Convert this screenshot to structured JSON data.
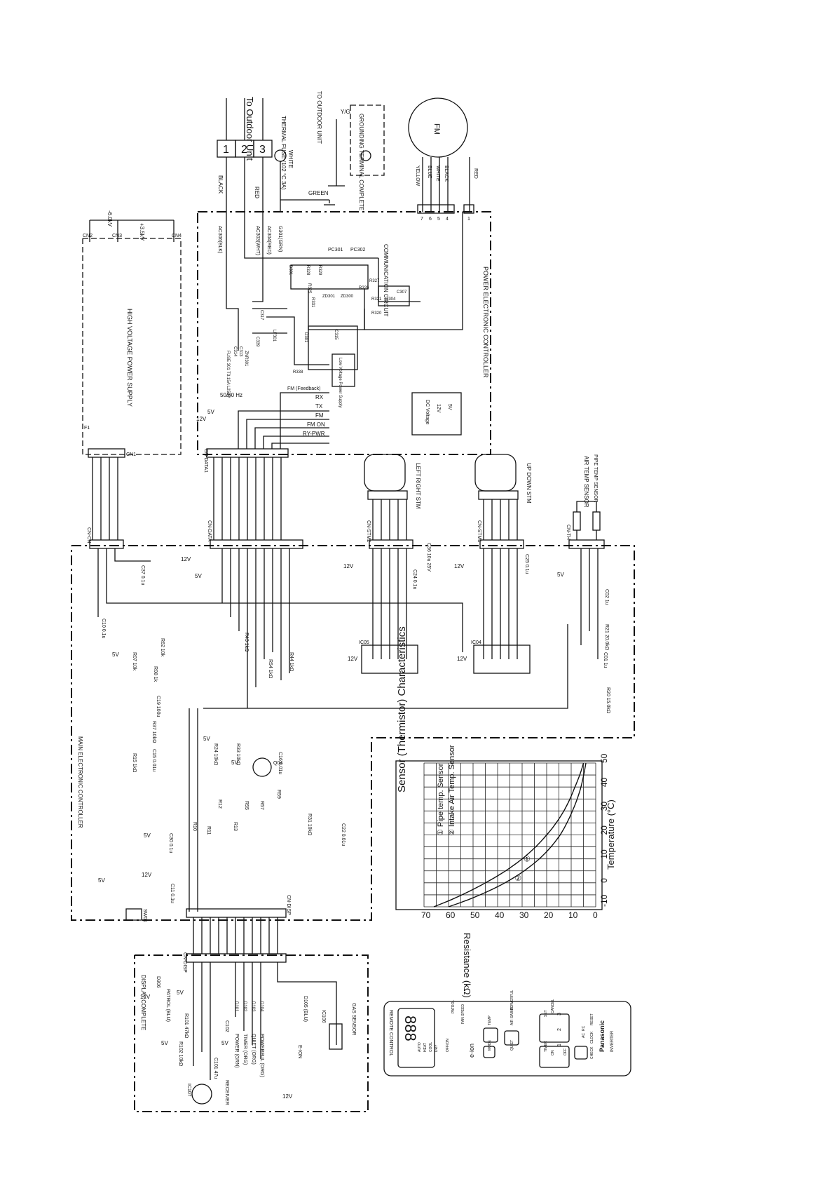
{
  "blocks": {
    "outdoor": "To Outdoor Unit",
    "to_outdoor_unit": "TO OUTDOOR UNIT",
    "grounding": "GROUNDING TERMINAL COMPLETE",
    "thermal_fuse": "THERMAL FUSE (102 °C 3A)",
    "hv_supply": "HIGH VOLTAGE POWER SUPPLY",
    "power_ctrl": "POWER ELECTRONIC CONTROLLER",
    "main_ctrl": "MAIN ELECTRONIC CONTROLLER",
    "display": "DISPLAY COMPLETE",
    "remote": "REMOTE CONTROL",
    "comm": "COMMUNICATION CIRCUIT",
    "low_voltage": "Low Voltage Power Supply",
    "dc_voltage": "DC Voltage",
    "fm": "FM",
    "left_right": "LEFT RIGHT STM",
    "up_down": "UP DOWN STM",
    "air_temp": "AIR TEMP SENSOR",
    "pipe_temp": "PIPE TEMP SENSOR",
    "gas_sensor": "GAS SENSOR",
    "receiver": "RECEIVER",
    "e_ion": "E-ION",
    "freq": "50/60 Hz"
  },
  "terminal": [
    "1",
    "2",
    "3"
  ],
  "wires": {
    "black": "BLACK",
    "red": "RED",
    "white": "WHITE",
    "green": "GREEN",
    "yg": "Y/G",
    "ac306": "AC306(BLK)",
    "ac303": "AC303(WHT)",
    "ac304": "AC304(RED)",
    "g301": "G301(GRN)"
  },
  "fm_wires": [
    "YELLOW",
    "BLUE",
    "WHITE",
    "BLACK",
    "RED"
  ],
  "fm_pins": [
    "7",
    "6",
    "5",
    "4",
    "1"
  ],
  "signals": [
    "FM (Feedback)",
    "RX",
    "TX",
    "FM",
    "FM ON",
    "RY-PWR"
  ],
  "connectors": {
    "cn1": "CN1",
    "cn2": "CN2",
    "cn3": "CN3",
    "cn4": "CN4",
    "cn_data1": "CN-DATA1",
    "cn_data": "CN-DATA",
    "cn_cn": "CN-CN",
    "cn_stm2": "CN-STM2",
    "cn_stm1": "CN-STM1",
    "cn_th": "CN-TH",
    "cn_disp": "CN-DISP",
    "sw01": "SW01"
  },
  "volts": {
    "v12": "12V",
    "v5": "5V",
    "m6kv": "-6.0kV",
    "p35kv": "+3.5kV"
  },
  "parts": {
    "c37": "C37 0.1u",
    "c10": "C10 0.1u",
    "r62": "R62 10k",
    "r07": "R07 10k",
    "r08": "R08 1k",
    "c19": "C19 100u",
    "r43": "R43 1kΩ",
    "r54": "R54 1kΩ",
    "r44": "R44 1kΩ",
    "c24": "C24 0.1u",
    "c36": "C36 10u 25V",
    "c25": "C25 0.1u",
    "c02": "C02 1u",
    "r21": "R21 20.0kΩ",
    "c01": "C01 1u",
    "r20": "R20 15.0kΩ",
    "ic05": "IC05",
    "ic04": "IC04",
    "r15": "R15 1kΩ",
    "r37": "R37 10kΩ",
    "c15": "C15 0.01u",
    "r24": "R24 10kΩ",
    "r33": "R33 10kΩ",
    "q04": "Q04",
    "c16": "C16 0.01u",
    "c22": "C22 0.01u",
    "r31": "R31 10kΩ",
    "r10": "R10",
    "r11": "R11",
    "r12": "R12",
    "r13": "R13",
    "r55": "R55",
    "r57": "R57",
    "r59": "R59",
    "c30": "C30 0.1u",
    "c11": "C11 0.1u",
    "fuse301": "FUSE 301 T3.15A L250V",
    "znr301": "ZNR301",
    "c313": "C313",
    "c314": "C314",
    "c339": "C339",
    "lf301": "LF301",
    "d301": "D301",
    "c317": "C317",
    "c315": "C315",
    "r338": "R338",
    "r331": "R331",
    "r325": "R325",
    "pc301": "PC301",
    "pc302": "PC302",
    "r328": "R328",
    "r329": "R329",
    "zd301": "ZD301",
    "zd300": "ZD300",
    "r321": "R321",
    "r320": "R320",
    "r326": "R326",
    "r327": "R327",
    "d304": "D304",
    "c307": "C307",
    "f1": "F1",
    "ic107": "IC107",
    "ic106": "IC106",
    "r101": "R101 47kΩ",
    "r102": "R102 10kΩ",
    "c101": "C101 47u",
    "c102": "C102",
    "d306": "D306"
  },
  "leds": {
    "patrol": "PATROL (BLU)",
    "power": "POWER (GRN)",
    "timer": "TIMER (ORG)",
    "quiet": "QUIET (ORG)",
    "powerful": "POWERFUL (ORG)",
    "d101": "D101",
    "d102": "D102",
    "d103": "D103",
    "d104": "D104",
    "d105": "D105 (BLU)"
  },
  "chart_data": {
    "type": "line",
    "title": "Sensor (Thermistor) Characteristics",
    "xlabel": "Temperature (°C)",
    "ylabel": "Resistance (kΩ)",
    "xlim": [
      -10,
      50
    ],
    "ylim": [
      0,
      70
    ],
    "x_ticks": [
      "-10",
      "0",
      "10",
      "20",
      "30",
      "40",
      "50"
    ],
    "y_ticks": [
      "0",
      "10",
      "20",
      "30",
      "40",
      "50",
      "60",
      "70"
    ],
    "grid": true,
    "series": [
      {
        "name": "Pipe temp. Sensor",
        "x": [
          -10,
          0,
          10,
          20,
          30,
          40,
          50
        ],
        "values": [
          66,
          45,
          30,
          20,
          13,
          8.5,
          5
        ]
      },
      {
        "name": "Intake Air Temp. Sensor",
        "x": [
          -10,
          0,
          10,
          20,
          30,
          40,
          50
        ],
        "values": [
          60,
          37,
          23,
          14.5,
          9.5,
          6,
          4
        ]
      }
    ],
    "legend": [
      "① Pipe temp. Sensor",
      "② Intake Air Temp. Sensor"
    ],
    "markers": [
      "①",
      "②"
    ]
  },
  "remote": {
    "display_top": "888",
    "labels": [
      "AUTO",
      "HEAT",
      "COOL",
      "DRY",
      "OFF/ON",
      "PATROL",
      "FAN SPEED",
      "MODE",
      "TEMP",
      "QUIET",
      "AIR SWING",
      "POWERFUL",
      "TIMER",
      "ON",
      "OFF",
      "SET",
      "CANCEL",
      "CHECK",
      "CLOCK",
      "RESET",
      "AC",
      "RC"
    ],
    "brand": "Panasonic",
    "sub": "INVERTER",
    "eion": "e-ion",
    "num": [
      "1",
      "2",
      "3"
    ]
  }
}
